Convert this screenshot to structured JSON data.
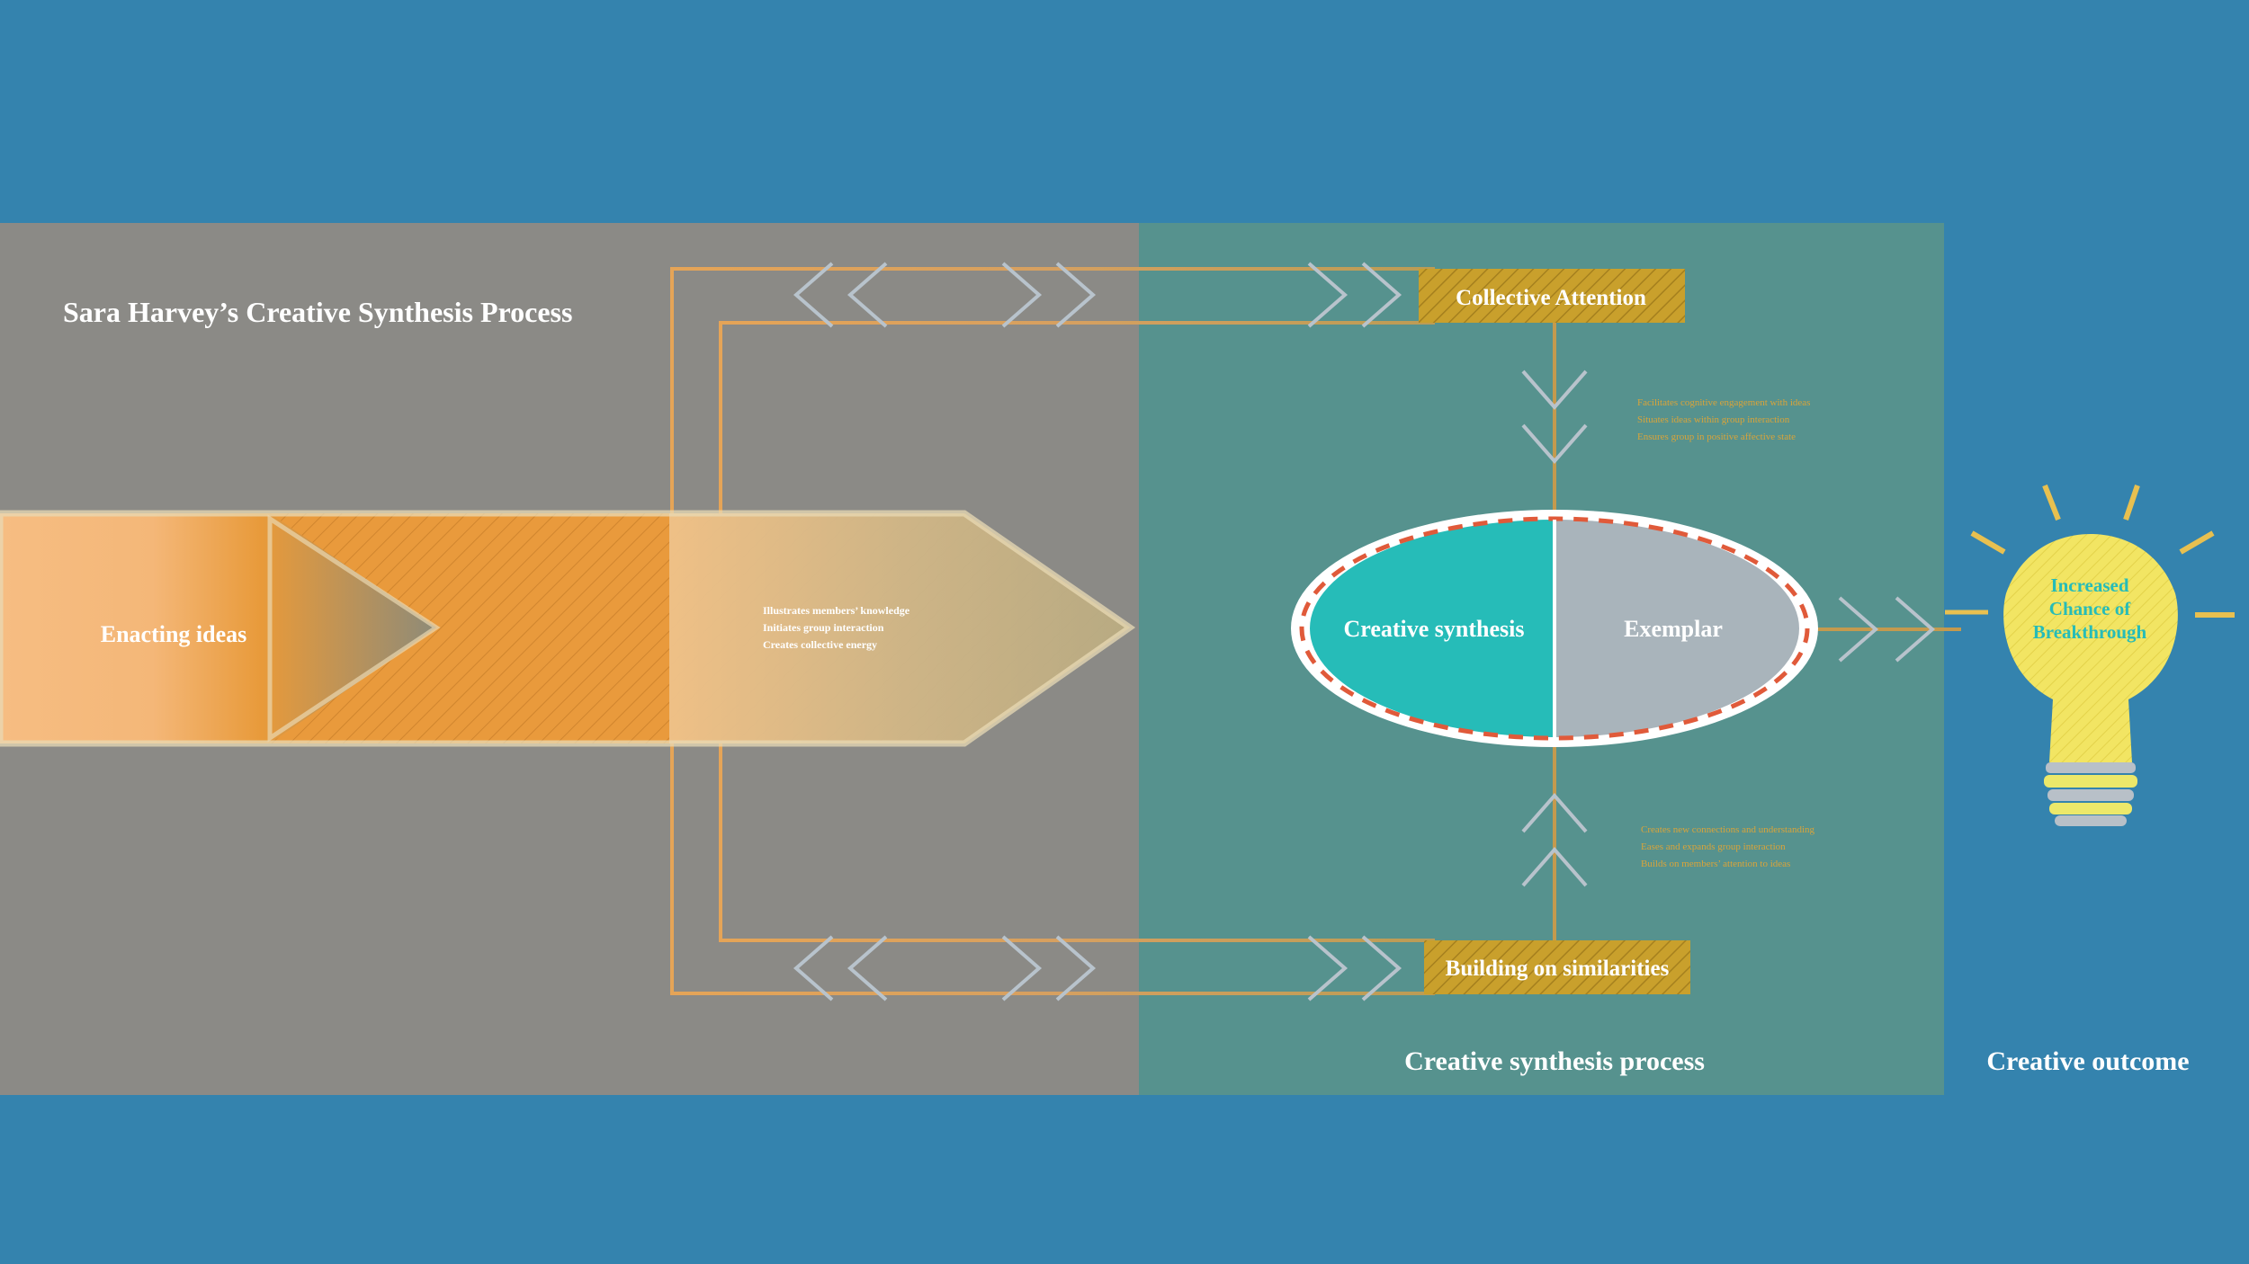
{
  "title": "Sara Harvey’s Creative Synthesis Process",
  "stages": {
    "enacting": "Enacting ideas",
    "synthesis_process": "Creative synthesis process",
    "outcome": "Creative outcome"
  },
  "enacting_notes": [
    "Illustrates members’ knowledge",
    "Initiates group interaction",
    "Creates collective energy"
  ],
  "collective_attention": {
    "label": "Collective Attention",
    "notes": [
      "Facilitates cognitive engagement with ideas",
      "Situates ideas within group interaction",
      "Ensures group in positive affective state"
    ]
  },
  "building_similarities": {
    "label": "Building on similarities",
    "notes": [
      "Creates new connections and understanding",
      "Eases and expands group interaction",
      "Builds on members’ attention to ideas"
    ]
  },
  "ellipse": {
    "left": "Creative synthesis",
    "right": "Exemplar"
  },
  "bulb_text": [
    "Increased",
    "Chance of",
    "Breakthrough"
  ],
  "colors": {
    "background": "#3483ae",
    "gray_panel": "#8b8a86",
    "teal_panel": "#56928e",
    "orange": "#e89a3a",
    "gold": "#c9a02c",
    "teal": "#26bcb8",
    "light_gray": "#a9b4bb",
    "bulb": "#f0e260",
    "dash_red": "#e05a3a"
  }
}
